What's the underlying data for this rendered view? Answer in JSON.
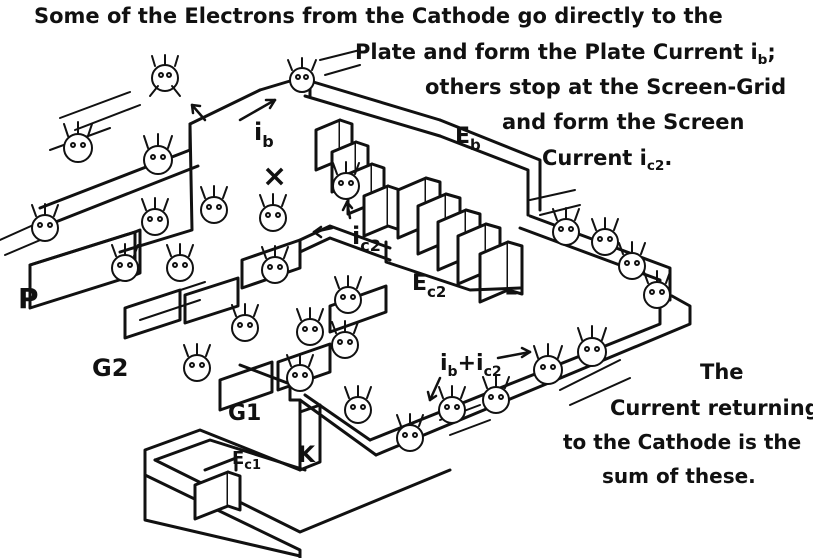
{
  "caption_top": {
    "line1": "Some of the Electrons from the Cathode go directly to the",
    "line2": "Plate and form the Plate Current i",
    "line2_sub": "b",
    "line2_end": ";",
    "line3": "others stop at the Screen-Grid",
    "line4": "and form the Screen",
    "line5": "Current i",
    "line5_sub": "c2",
    "line5_end": "."
  },
  "caption_bottom": {
    "line1": "The",
    "line2": "Current returning",
    "line3": "to the Cathode is the",
    "line4": "sum of these."
  },
  "labels": {
    "plate": "P",
    "screen_grid": "G2",
    "control_grid": "G1",
    "cathode": "K",
    "cross": "×",
    "plate_current": "i",
    "plate_current_sub": "b",
    "screen_current": "i",
    "screen_current_sub": "c2",
    "plate_supply": "E",
    "plate_supply_sub": "b",
    "screen_supply": "E",
    "screen_supply_sub": "c2",
    "grid_bias": "E",
    "grid_bias_sub": "c1",
    "sum_current_a": "i",
    "sum_current_a_sub": "b",
    "sum_plus": "+",
    "sum_current_b": "i",
    "sum_current_b_sub": "c2",
    "minus_sign": "–"
  },
  "colors": {
    "ink": "#111111",
    "paper": "#ffffff"
  }
}
